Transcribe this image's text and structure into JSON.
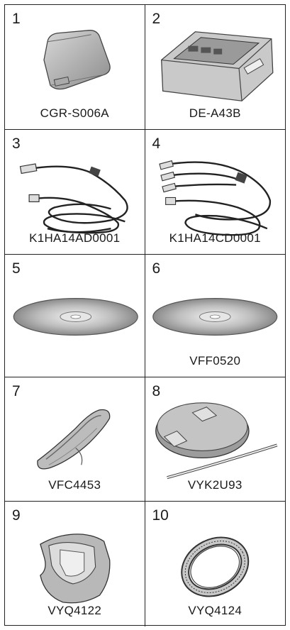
{
  "items": [
    {
      "number": "1",
      "code": "CGR-S006A",
      "icon": "battery-icon"
    },
    {
      "number": "2",
      "code": "DE-A43B",
      "icon": "charger-icon"
    },
    {
      "number": "3",
      "code": "K1HA14AD0001",
      "icon": "usb-cable-icon"
    },
    {
      "number": "4",
      "code": "K1HA14CD0001",
      "icon": "av-cable-icon"
    },
    {
      "number": "5",
      "code": "",
      "icon": "cd-rom-icon"
    },
    {
      "number": "6",
      "code": "VFF0520",
      "icon": "cd-rom-icon"
    },
    {
      "number": "7",
      "code": "VFC4453",
      "icon": "shoulder-strap-icon"
    },
    {
      "number": "8",
      "code": "VYK2U93",
      "icon": "lens-cap-icon"
    },
    {
      "number": "9",
      "code": "VYQ4122",
      "icon": "lens-hood-icon"
    },
    {
      "number": "10",
      "code": "VYQ4124",
      "icon": "lens-adaptor-icon"
    }
  ]
}
